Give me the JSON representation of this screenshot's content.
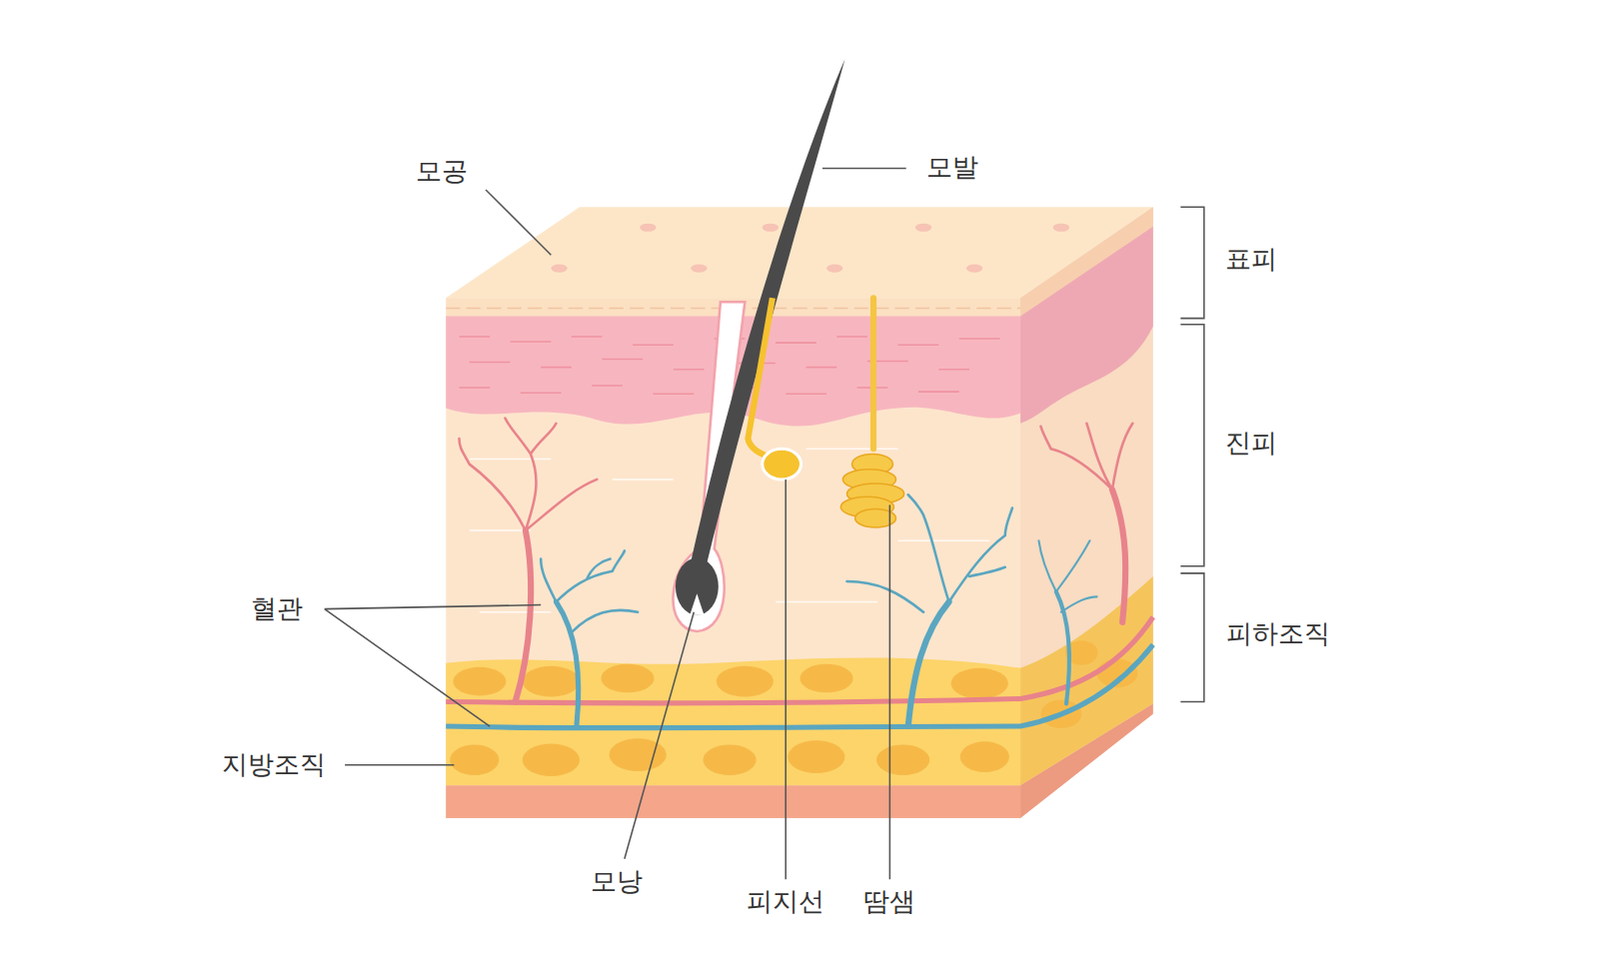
{
  "diagram": {
    "labels": [
      "모공",
      "모발",
      "표피",
      "진피",
      "피하조직",
      "혈관",
      "지방조직",
      "모낭",
      "피지선",
      "땀샘"
    ]
  }
}
